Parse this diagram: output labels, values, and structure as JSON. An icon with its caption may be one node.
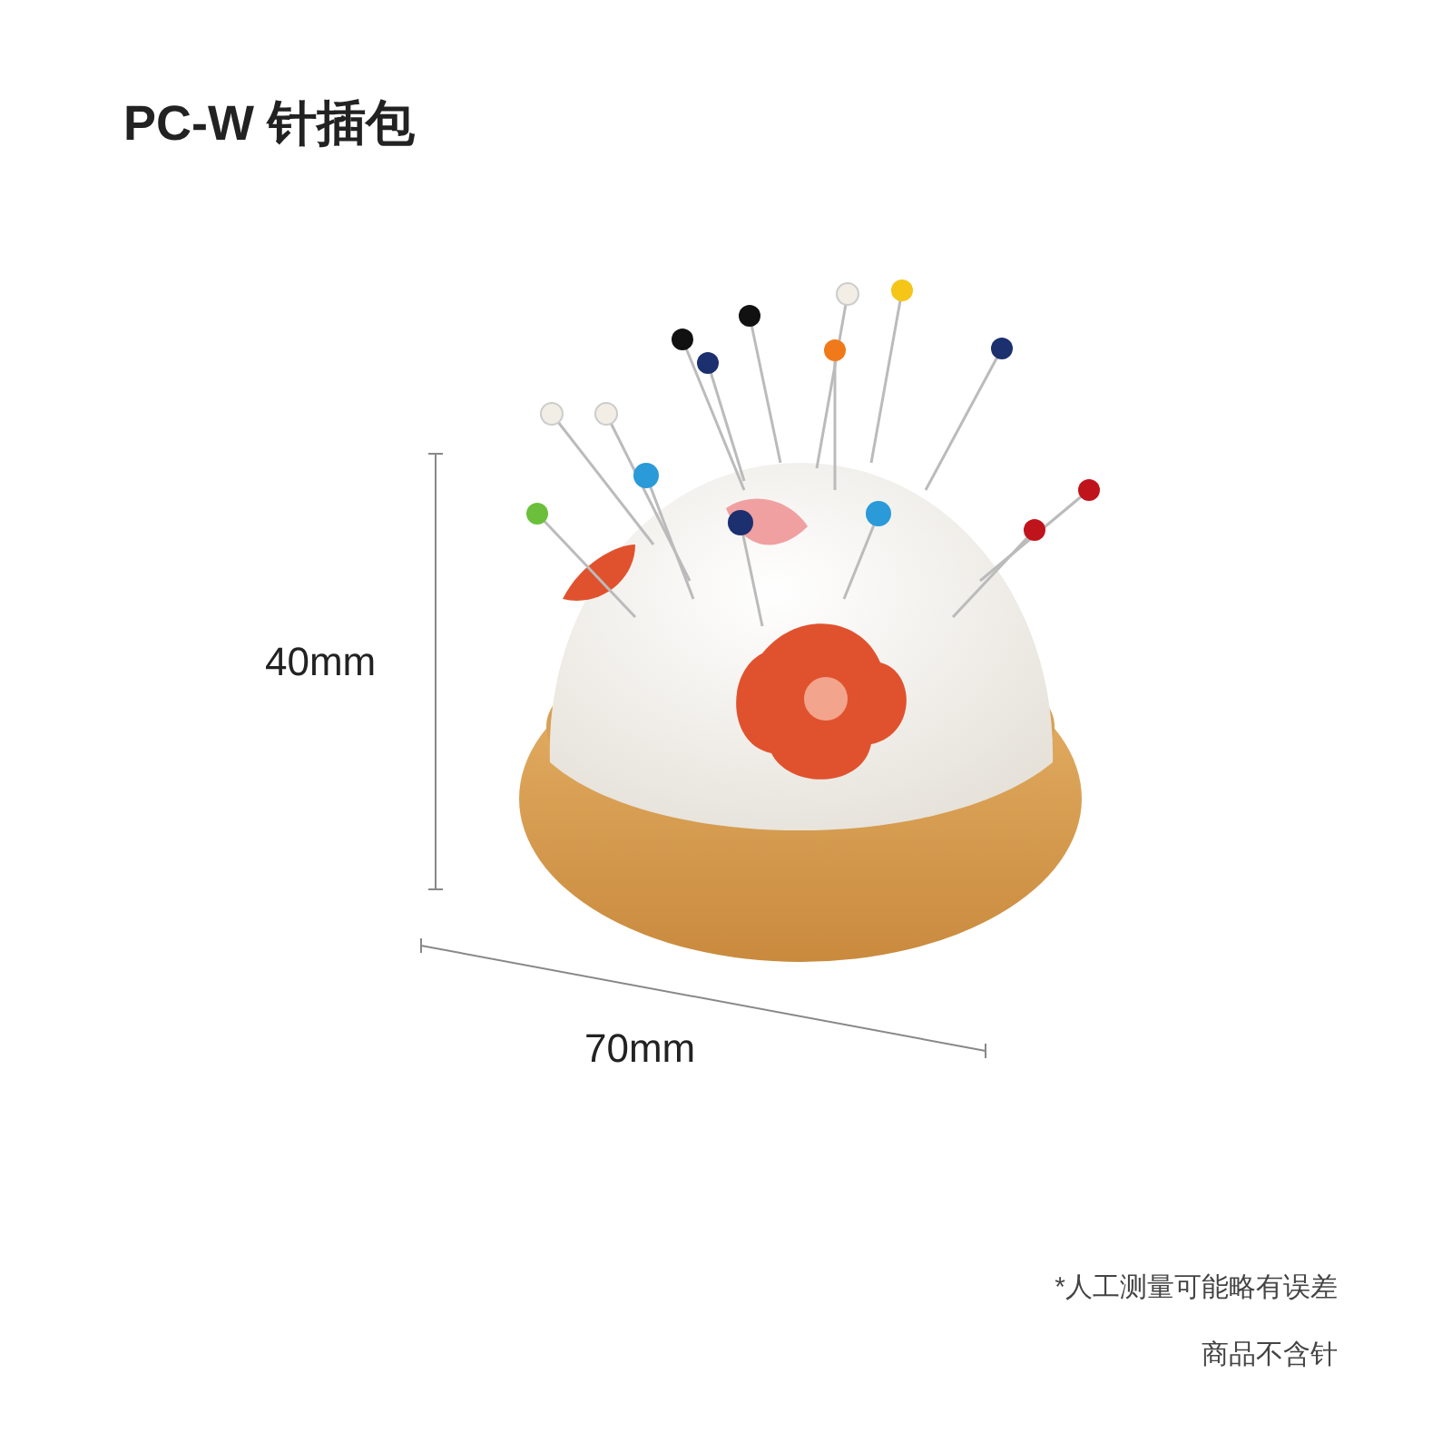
{
  "diagram": {
    "title": "PC-W 针插包",
    "labels": [
      "40mm",
      "70mm",
      "*人工测量可能略有误差",
      "商品不含针"
    ]
  }
}
